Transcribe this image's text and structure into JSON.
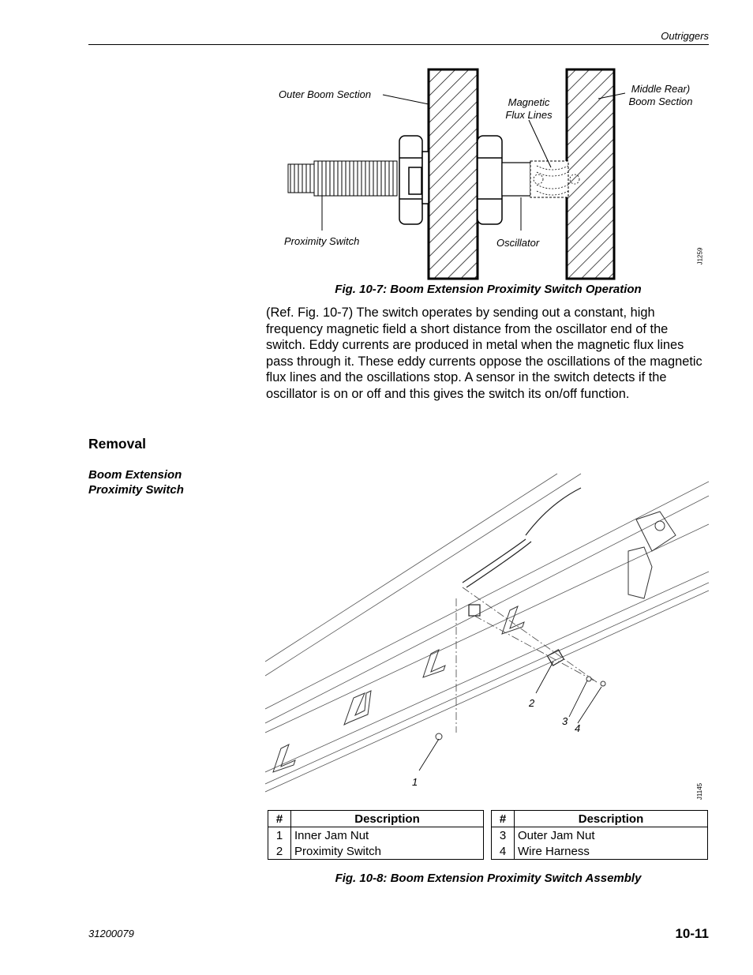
{
  "header": {
    "section": "Outriggers"
  },
  "figure1": {
    "labels": {
      "outer_boom": "Outer Boom Section",
      "magnetic_flux": [
        "Magnetic",
        "Flux Lines"
      ],
      "middle_rear": [
        "Middle Rear)",
        "Boom Section"
      ],
      "proximity_switch": "Proximity Switch",
      "oscillator": "Oscillator",
      "drawing_id": "J1259"
    },
    "caption": "Fig. 10-7: Boom Extension Proximity Switch Operation"
  },
  "paragraph": "(Ref. Fig. 10-7) The switch operates by sending out a constant, high frequency magnetic field a short distance from the oscillator end of the switch. Eddy currents are produced in metal when the magnetic flux lines pass through it. These eddy currents oppose the oscillations of the magnetic flux lines and the oscillations stop. A sensor in the switch detects if the oscillator is on or off and this gives the switch its on/off function.",
  "section_heading": "Removal",
  "subsection_heading": [
    "Boom Extension",
    "Proximity Switch"
  ],
  "figure2": {
    "callouts": [
      "1",
      "2",
      "3",
      "4"
    ],
    "drawing_id": "J1145",
    "caption": "Fig. 10-8: Boom Extension Proximity Switch Assembly"
  },
  "parts_table": {
    "col_num": "#",
    "col_desc": "Description",
    "left_rows": [
      {
        "num": "1",
        "desc": "Inner Jam Nut"
      },
      {
        "num": "2",
        "desc": "Proximity Switch"
      }
    ],
    "right_rows": [
      {
        "num": "3",
        "desc": "Outer Jam Nut"
      },
      {
        "num": "4",
        "desc": "Wire Harness"
      }
    ]
  },
  "footer": {
    "doc_number": "31200079",
    "page_number": "10-11"
  }
}
